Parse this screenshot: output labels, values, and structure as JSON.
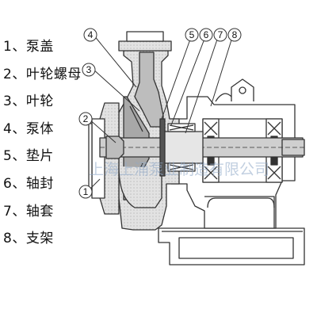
{
  "legend": [
    {
      "num": "1",
      "sep": "、",
      "label": "泵盖"
    },
    {
      "num": "2",
      "sep": "、",
      "label": "叶轮螺母"
    },
    {
      "num": "3",
      "sep": "、",
      "label": "叶轮"
    },
    {
      "num": "4",
      "sep": "、",
      "label": "泵体"
    },
    {
      "num": "5",
      "sep": "、",
      "label": "垫片"
    },
    {
      "num": "6",
      "sep": "、",
      "label": "轴封"
    },
    {
      "num": "7",
      "sep": "、",
      "label": "轴套"
    },
    {
      "num": "8",
      "sep": "、",
      "label": "支架"
    }
  ],
  "callouts": {
    "c1": "1",
    "c2": "2",
    "c3": "3",
    "c4": "4",
    "c5": "5",
    "c6": "6",
    "c7": "7",
    "c8": "8"
  },
  "watermark": "上海上涌泵业制造有限公司",
  "colors": {
    "outline": "#333333",
    "body_fill": "#d9d9d9",
    "body_dark": "#9a9a9a",
    "shaft_fill": "#cfcfcf",
    "background": "#ffffff"
  }
}
